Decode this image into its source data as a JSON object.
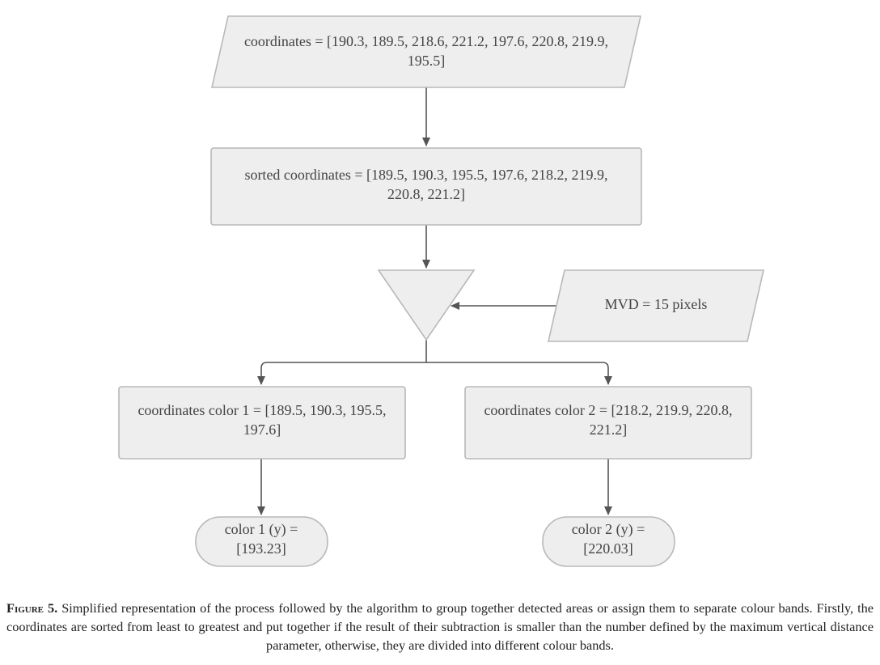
{
  "nodes": {
    "input_coordinates": {
      "line1": "coordinates = [190.3, 189.5, 218.6, 221.2, 197.6, 220.8, 219.9,",
      "line2": "195.5]"
    },
    "sorted_coordinates": {
      "line1": "sorted coordinates = [189.5, 190.3, 195.5, 197.6, 218.2, 219.9,",
      "line2": "220.8, 221.2]"
    },
    "mvd_input": {
      "line1": "MVD = 15 pixels"
    },
    "color1_group": {
      "line1": "coordinates color 1 = [189.5, 190.3, 195.5,",
      "line2": "197.6]"
    },
    "color2_group": {
      "line1": "coordinates color 2 = [218.2, 219.9, 220.8,",
      "line2": "221.2]"
    },
    "color1_result": {
      "line1": "color 1 (y) =",
      "line2": "[193.23]"
    },
    "color2_result": {
      "line1": "color 2 (y) =",
      "line2": "[220.03]"
    }
  },
  "caption": {
    "label": "Figure 5.",
    "text": " Simplified representation of the process followed by the algorithm to group together detected areas or assign them to separate colour bands. Firstly, the coordinates are sorted from least to greatest and put together if the result of their subtraction is smaller than the number defined by the maximum vertical distance parameter, otherwise, they are divided into different colour bands."
  },
  "colors": {
    "shape_fill": "#eeeeee",
    "shape_stroke": "#b8b8b8",
    "connector": "#555555"
  }
}
